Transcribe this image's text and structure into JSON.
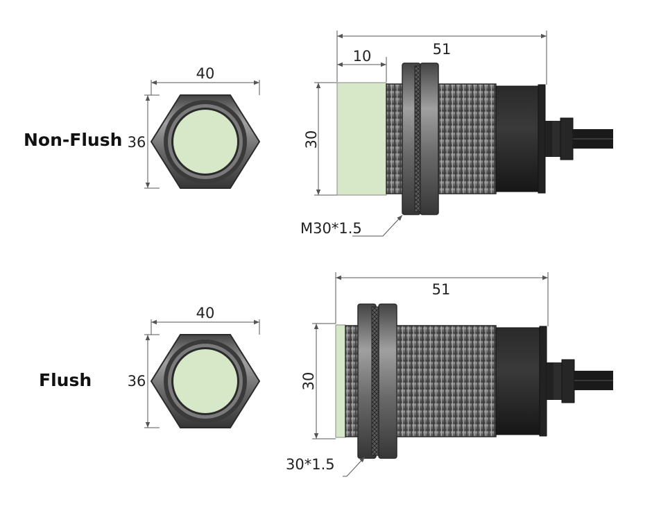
{
  "colors": {
    "face": "#d6e8c8",
    "metal_light": "#8a8a8a",
    "metal_dark": "#3a3a3a",
    "cap": "#1e1e1e",
    "dim_line": "#555555"
  },
  "icons": [
    "hex-nut-front-view",
    "sensor-side-view",
    "cable"
  ],
  "non_flush": {
    "label": "Non-Flush",
    "front": {
      "width_dim": "40",
      "height_dim": "36"
    },
    "side": {
      "length_dim": "51",
      "face_dim": "10",
      "diameter_dim": "30",
      "thread": "M30*1.5"
    }
  },
  "flush": {
    "label": "Flush",
    "front": {
      "width_dim": "40",
      "height_dim": "36"
    },
    "side": {
      "length_dim": "51",
      "diameter_dim": "30",
      "thread": "30*1.5"
    }
  }
}
